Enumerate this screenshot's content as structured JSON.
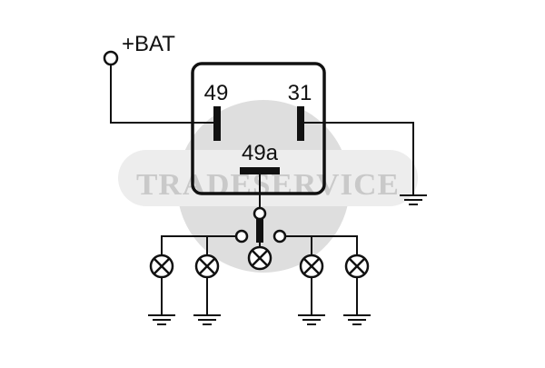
{
  "diagram": {
    "supply_label": "+BAT",
    "terminal_49_label": "49",
    "terminal_31_label": "31",
    "terminal_49a_label": "49a"
  },
  "watermark": {
    "text": "TRADESERVICE"
  },
  "colors": {
    "line": "#111111",
    "watermark_disc": "#dedede",
    "watermark_band": "#ededed",
    "watermark_text": "#c9c9c9",
    "background": "#ffffff"
  }
}
